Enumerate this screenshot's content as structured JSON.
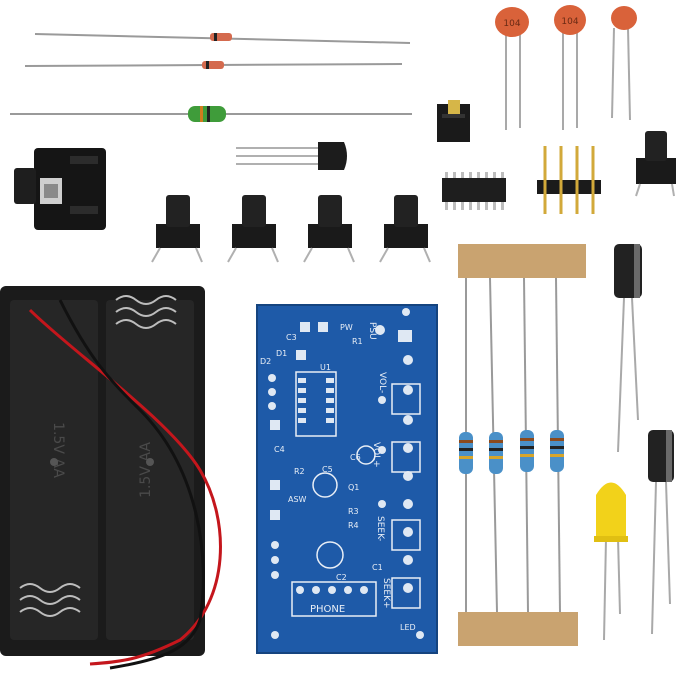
{
  "colors": {
    "background": "#ffffff",
    "pcb": "#1e5aa8",
    "pcb_text": "#e8eef6",
    "battery_holder": "#1b1b1b",
    "wire_red": "#c4161c",
    "wire_black": "#111111",
    "ceramic_cap": "#d9623a",
    "resistor_body": "#4a90c8",
    "electrolytic_cap": "#222222",
    "led_body": "#f2d21a",
    "tape": "#c9a370"
  },
  "items": [
    {
      "kind": "diode",
      "icon": "diode-icon",
      "count": 2
    },
    {
      "kind": "inductor",
      "icon": "inductor-icon",
      "count": 1
    },
    {
      "kind": "ceramic-capacitor",
      "icon": "ceramic-capacitor-icon",
      "count": 3,
      "marking": "104"
    },
    {
      "kind": "jumper-cap",
      "icon": "jumper-icon",
      "count": 1
    },
    {
      "kind": "audio-jack",
      "icon": "audio-jack-icon",
      "count": 1
    },
    {
      "kind": "voltage-regulator",
      "icon": "transistor-icon",
      "count": 1
    },
    {
      "kind": "ic-chip",
      "icon": "ic-chip-icon",
      "count": 1
    },
    {
      "kind": "pin-header",
      "icon": "pin-header-icon",
      "count": 1
    },
    {
      "kind": "tact-switch",
      "icon": "push-button-icon",
      "count": 5
    },
    {
      "kind": "battery-holder",
      "icon": "battery-holder-icon",
      "count": 1
    },
    {
      "kind": "pcb",
      "icon": "pcb-icon",
      "count": 1
    },
    {
      "kind": "resistor",
      "icon": "resistor-icon",
      "count": 4
    },
    {
      "kind": "electrolytic-capacitor",
      "icon": "capacitor-icon",
      "count": 2
    },
    {
      "kind": "led",
      "icon": "led-icon",
      "count": 1,
      "color": "yellow"
    }
  ],
  "pcb_labels": {
    "psu": "PSU",
    "vol_minus": "VOL-",
    "vol_plus": "VOL+",
    "seek_minus": "SEEK-",
    "seek_plus": "SEEK+",
    "phone": "PHONE",
    "led": "LED",
    "asw": "ASW",
    "d1": "D1",
    "d2": "D2",
    "c3": "C3",
    "r1": "R1",
    "u1": "U1",
    "c4": "C4",
    "c5": "C5",
    "c6": "C6",
    "r2": "R2",
    "r3": "R3",
    "r4": "R4",
    "q1": "Q1",
    "c1": "C1",
    "c2": "C2",
    "pw": "PW"
  },
  "holder_labels": {
    "left": "1.5V AA",
    "right": "1.5V AA"
  },
  "cap_marking": "104"
}
